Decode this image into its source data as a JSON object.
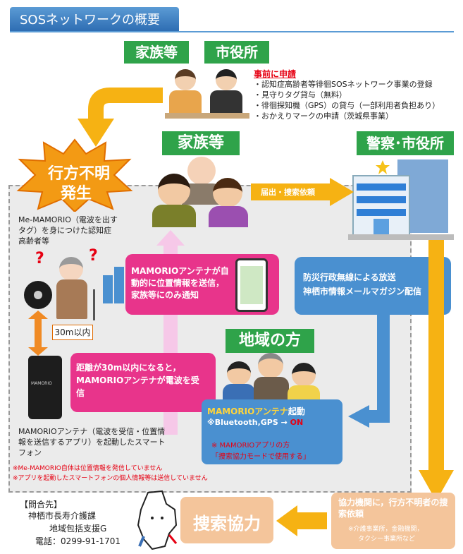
{
  "header": {
    "title": "SOSネットワークの概要"
  },
  "top": {
    "family_label": "家族等",
    "cityhall_label": "市役所",
    "prior_title": "事前に申請",
    "prior_items": [
      "・認知症高齢者等徘徊SOSネットワーク事業の登録",
      "・見守りタグ貸与（無料）",
      "・徘徊探知機（GPS）の貸与（一部利用者負担あり）",
      "・おかえりマークの申請（茨城県事業）"
    ]
  },
  "missing": {
    "line1": "行方不明",
    "line2": "発生"
  },
  "family2_label": "家族等",
  "police_label": "警察･市役所",
  "report_label": "届出・捜索依頼",
  "elder_desc": "Me-MAMORIO（電波を出すタグ）を身につけた認知症高齢者等",
  "distance_label": "30m以内",
  "antenna_notify": "MAMORIOアンテナが自動的に位置情報を送信，家族等にのみ通知",
  "broadcast": {
    "line1": "防災行政無線による放送",
    "line2": "神栖市情報メールマガジン配信"
  },
  "locals_label": "地域の方",
  "receive_text": "距離が30m以内になると，MAMORIOアンテナが電波を受信",
  "activate": {
    "line1a": "MAMORIOアンテナ",
    "line1b": "起動",
    "line2a": "※Bluetooth,GPS → ",
    "line2b": "ON",
    "line3": "※ MAMORIOアプリの方",
    "line4": "「捜索協力モードで使用する」"
  },
  "phone_desc": "MAMORIOアンテナ（電波を受信・位置情報を送信するアプリ）を起動したスマートフォン",
  "phone_brand": "MAMORIO",
  "notes": [
    "※Me-MAMORIO自体は位置情報を発信していません",
    "※アプリを起動したスマートフォンの個人情報等は送信していません"
  ],
  "contact": {
    "title": "【問合先】",
    "line1": "神栖市長寿介護課",
    "line2": "地域包括支援G",
    "line3": "電話：0299-91-1701"
  },
  "search_coop": "捜索協力",
  "request": {
    "line1": "協力機関に，行方不明者の捜索依頼",
    "note1": "※介護事業所，金融機関，",
    "note2": "タクシー事業所など"
  },
  "colors": {
    "green": "#2fa34a",
    "orange": "#f6b213",
    "blue": "#4a90d0",
    "pink": "#e8348b",
    "peach": "#f4c59b",
    "red": "#e60012"
  }
}
